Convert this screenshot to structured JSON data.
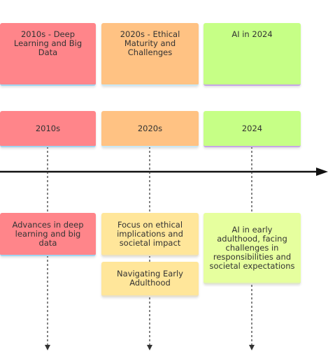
{
  "headers": [
    {
      "text": "2010s - Deep Learning and Big Data",
      "color": "#ff858a"
    },
    {
      "text": "2020s - Ethical Maturity and Challenges",
      "color": "#ffc283"
    },
    {
      "text": "AI in 2024",
      "color": "#c6ff86"
    }
  ],
  "periods": [
    {
      "label": "2010s",
      "color": "#ff858a"
    },
    {
      "label": "2020s",
      "color": "#ffc283"
    },
    {
      "label": "2024",
      "color": "#c6ff86"
    }
  ],
  "events": [
    {
      "text": "Advances in deep learning and big data",
      "color": "#ff858a"
    },
    {
      "text": "Focus on ethical implications and societal impact",
      "color": "#ffe69a"
    },
    {
      "text": "Navigating Early Adulthood",
      "color": "#ffe69a"
    },
    {
      "text": "AI in early adulthood, facing challenges in responsibilities and societal expectations",
      "color": "#e6ff9e"
    }
  ]
}
